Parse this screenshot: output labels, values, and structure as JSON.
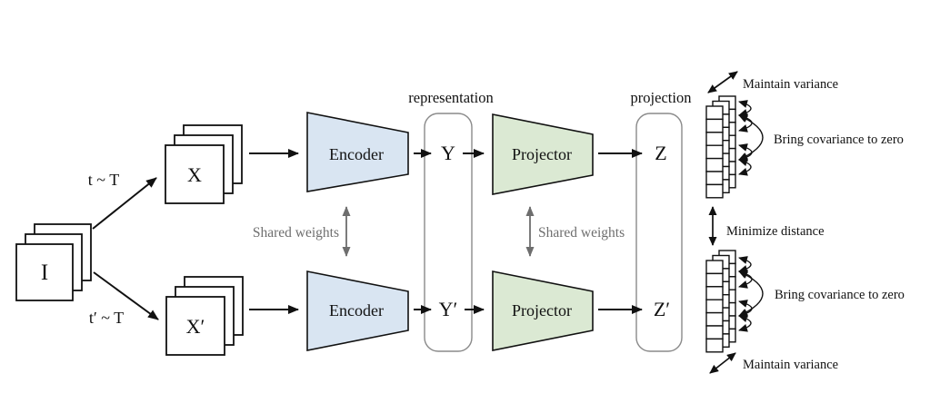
{
  "labels": {
    "input": "I",
    "t_top": "t ~ T",
    "t_bottom": "t′ ~ T",
    "x_top": "X",
    "x_bottom": "X′",
    "encoder": "Encoder",
    "projector": "Projector",
    "shared_weights": "Shared weights",
    "representation_title": "representation",
    "projection_title": "projection",
    "y_top": "Y",
    "y_bottom": "Y′",
    "z_top": "Z",
    "z_bottom": "Z′"
  },
  "annotations": {
    "maintain_variance": "Maintain variance",
    "bring_covariance": "Bring covariance to zero",
    "minimize_distance": "Minimize distance"
  },
  "colors": {
    "encoder_fill": "#d9e5f2",
    "projector_fill": "#dbe9d3",
    "container_border": "#8a8a8a",
    "shared_weights_gray": "#6e6e6e",
    "line_black": "#111111",
    "background": "#ffffff"
  }
}
